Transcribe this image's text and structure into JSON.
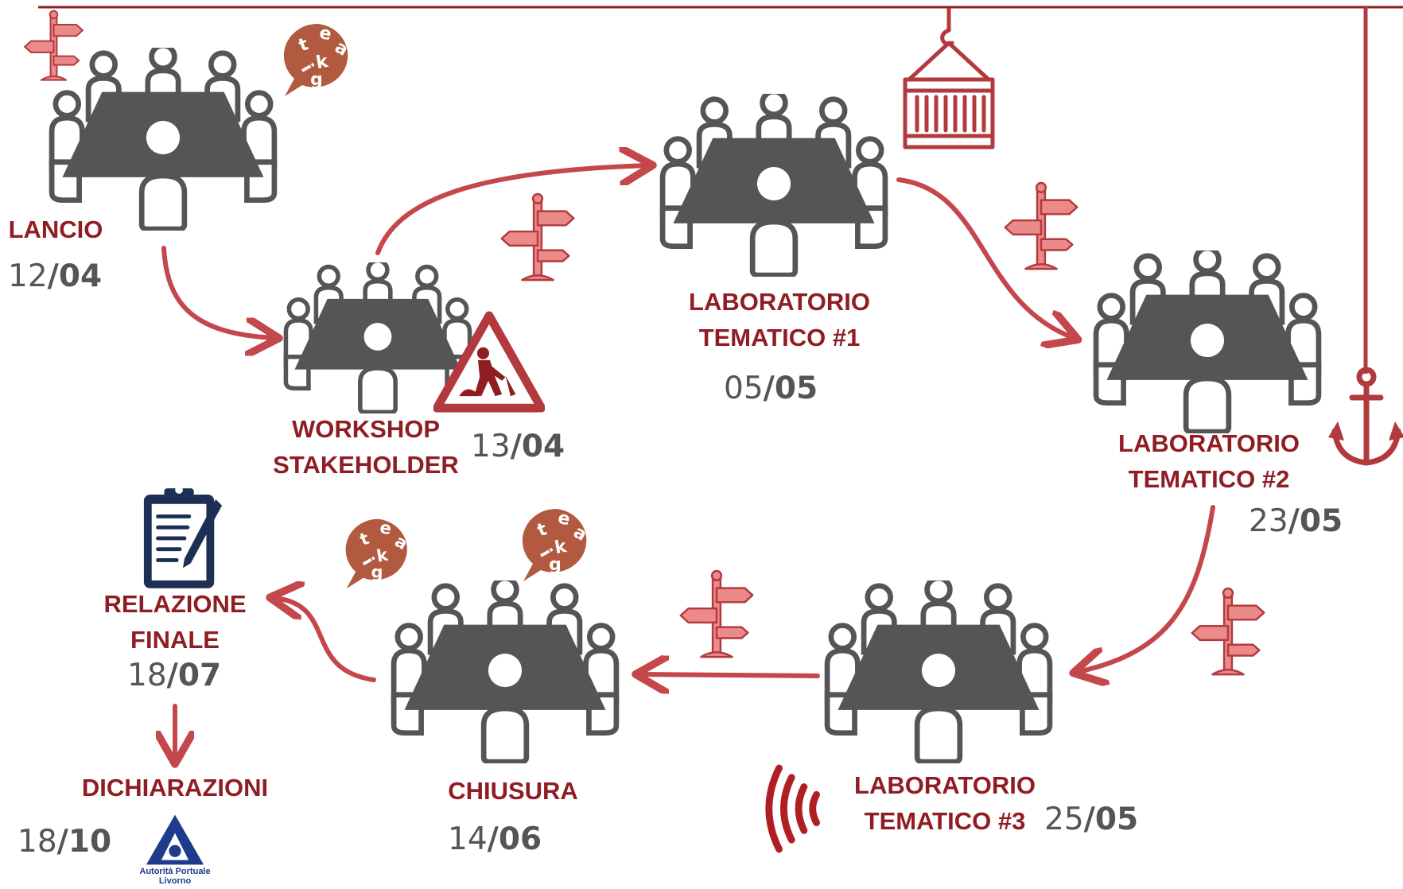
{
  "colors": {
    "dark_red": "#8f1d22",
    "accent_red": "#b23a3e",
    "arrow_red": "#c4474b",
    "icon_gray": "#555555",
    "signpost_pink": "#ec8a8a",
    "speech_brown": "#b15a3f",
    "logo_blue": "#1f3b8c"
  },
  "steps": {
    "lancio": {
      "lines": [
        "LANCIO"
      ],
      "day": "12",
      "month": "04"
    },
    "workshop": {
      "lines": [
        "WORKSHOP",
        "STAKEHOLDER"
      ],
      "day": "13",
      "month": "04"
    },
    "lab1": {
      "lines": [
        "LABORATORIO",
        "TEMATICO #1"
      ],
      "day": "05",
      "month": "05"
    },
    "lab2": {
      "lines": [
        "LABORATORIO",
        "TEMATICO #2"
      ],
      "day": "23",
      "month": "05"
    },
    "lab3": {
      "lines": [
        "LABORATORIO",
        "TEMATICO #3"
      ],
      "day": "25",
      "month": "05"
    },
    "chiusura": {
      "lines": [
        "CHIUSURA"
      ],
      "day": "14",
      "month": "06"
    },
    "relazione": {
      "lines": [
        "RELAZIONE",
        "FINALE"
      ],
      "day": "18",
      "month": "07"
    },
    "dichiarazioni": {
      "lines": [
        "DICHIARAZIONI"
      ],
      "day": "18",
      "month": "10"
    }
  },
  "date_separator": "/",
  "speech_letters": [
    "t",
    "e",
    "a",
    "k",
    "g",
    "i"
  ],
  "logo": {
    "line1": "Autorità Portuale",
    "line2": "Livorno"
  },
  "icons": [
    "meeting-table-icon",
    "signpost-icon",
    "speech-bubble-icon",
    "construction-sign-icon",
    "shipping-container-icon",
    "anchor-icon",
    "clipboard-icon",
    "broadcast-waves-icon",
    "port-authority-logo"
  ]
}
